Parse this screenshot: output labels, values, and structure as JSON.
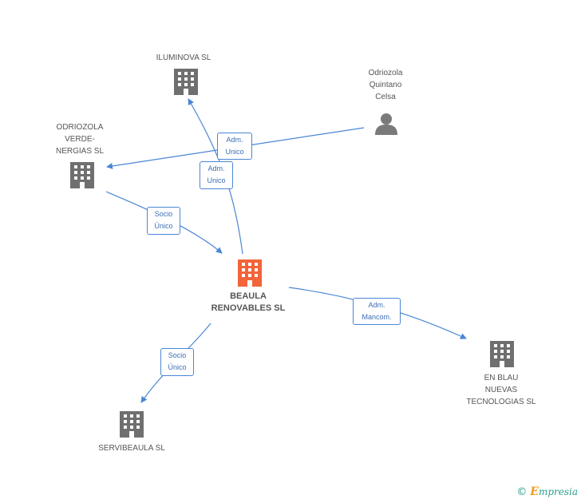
{
  "colors": {
    "edge": "#4a86d4",
    "building": "#6f6f6f",
    "main_building": "#f2643a",
    "person": "#7a7a7a"
  },
  "nodes": {
    "iluminova": {
      "label": "ILUMINOVA SL",
      "icon": "building-icon"
    },
    "odriozola_celsa": {
      "label_lines": [
        "Odriozola",
        "Quintano",
        "Celsa"
      ],
      "icon": "person-icon"
    },
    "odriozola_verde": {
      "label_lines": [
        "ODRIOZOLA",
        "VERDE-",
        "NERGIAS SL"
      ],
      "icon": "building-icon"
    },
    "beaula": {
      "label_lines": [
        "BEAULA",
        "RENOVABLES SL"
      ],
      "icon": "building-icon"
    },
    "en_blau": {
      "label_lines": [
        "EN BLAU",
        "NUEVAS",
        "TECNOLOGIAS SL"
      ],
      "icon": "building-icon"
    },
    "servibeaula": {
      "label": "SERVIBEAULA SL",
      "icon": "building-icon"
    }
  },
  "edges": {
    "celsa_to_verde": {
      "line1": "Adm.",
      "line2": "Unico"
    },
    "beaula_to_iluminova": {
      "line1": "Adm.",
      "line2": "Unico"
    },
    "verde_to_beaula": {
      "line1": "Socio",
      "line2": "Único"
    },
    "beaula_to_enblau": {
      "line1": "Adm.",
      "line2": "Mancom."
    },
    "beaula_to_servibeaula": {
      "line1": "Socio",
      "line2": "Único"
    }
  },
  "brand": {
    "copyright": "©",
    "e": "E",
    "rest": "mpresia"
  }
}
